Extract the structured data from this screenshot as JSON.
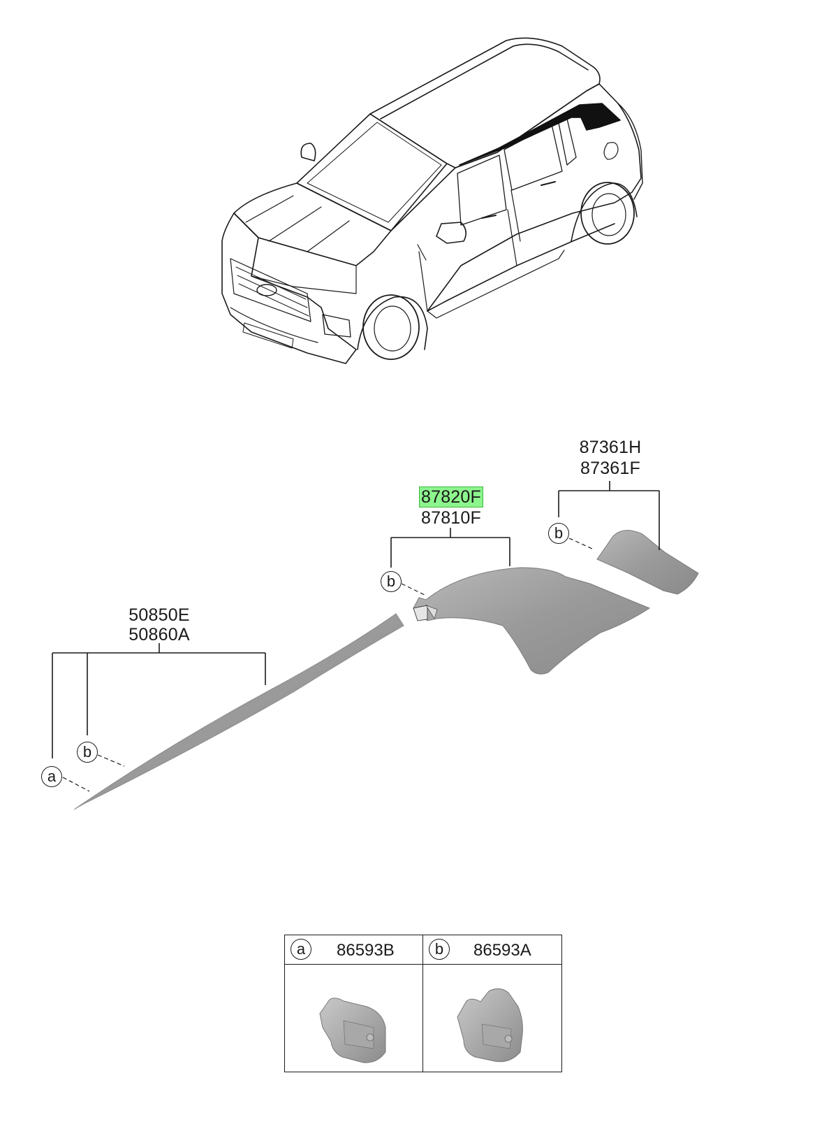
{
  "parts": {
    "upper_center": {
      "highlighted": "87820F",
      "secondary": "87810F"
    },
    "upper_right": {
      "line1": "87361H",
      "line2": "87361F"
    },
    "left": {
      "line1": "50850E",
      "line2": "50860A"
    }
  },
  "callouts": {
    "a": "a",
    "b": "b"
  },
  "legend": [
    {
      "letter": "a",
      "part_number": "86593B"
    },
    {
      "letter": "b",
      "part_number": "86593A"
    }
  ],
  "colors": {
    "highlight": "#8df58d",
    "part_fill": "#9d9d9d",
    "line": "#1a1a1a"
  }
}
